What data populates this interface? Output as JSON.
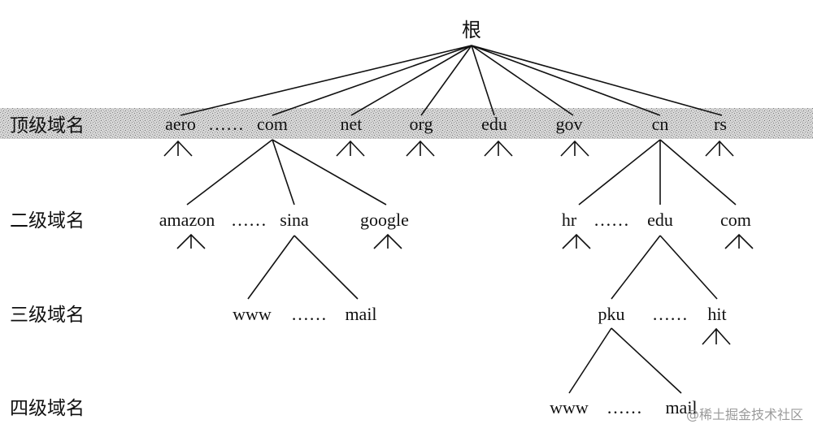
{
  "root": "根",
  "levels": [
    "顶级域名",
    "二级域名",
    "三级域名",
    "四级域名"
  ],
  "nodes": {
    "aero": "aero",
    "com": "com",
    "net": "net",
    "org": "org",
    "edu": "edu",
    "gov": "gov",
    "cn": "cn",
    "rs": "rs",
    "amazon": "amazon",
    "sina": "sina",
    "google": "google",
    "hr": "hr",
    "cn_edu": "edu",
    "cn_com": "com",
    "sina_www": "www",
    "sina_mail": "mail",
    "pku": "pku",
    "hit": "hit",
    "pku_www": "www",
    "pku_mail": "mail"
  },
  "ellipsis": {
    "top": "……",
    "second_left": "……",
    "second_right": "……",
    "third_left": "……",
    "third_right": "……",
    "fourth": "……"
  },
  "watermark": "@稀土掘金技术社区"
}
